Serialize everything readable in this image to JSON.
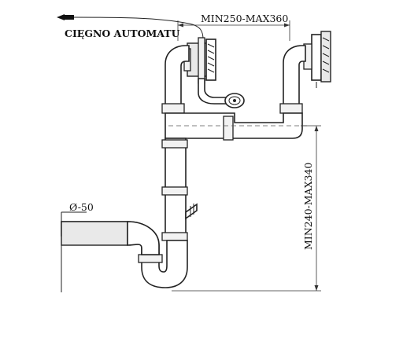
{
  "labels": {
    "cable": "CIĘGNO AUTOMATU",
    "width_dim": "MIN250-MAX360",
    "height_dim": "MIN240-MAX340",
    "diameter": "Ø-50"
  },
  "colors": {
    "line": "#222222",
    "background": "#ffffff"
  }
}
